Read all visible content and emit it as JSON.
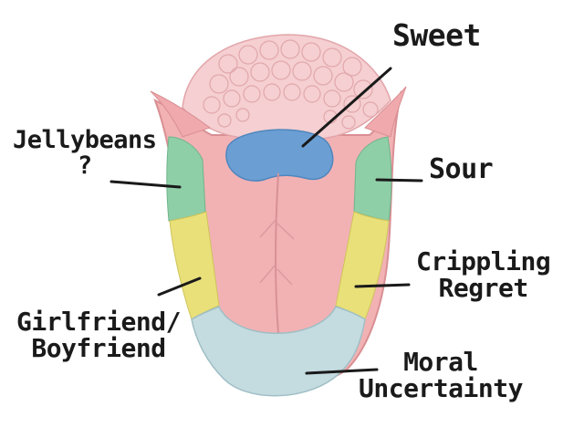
{
  "labels": {
    "sweet": "Sweet",
    "sour": "Sour",
    "jellybeans": "Jellybeans",
    "jellybeans_q": "?",
    "crippling": "Crippling",
    "regret": "Regret",
    "girlfriend": "Girlfriend/",
    "boyfriend": "Boyfriend",
    "moral": "Moral",
    "uncertainty": "Uncertainty"
  },
  "colors": {
    "tongue": "#f2b2b4",
    "tongue_edge": "#d98f93",
    "papillae": "#f5cfd1",
    "sweet_zone": "#6b9fd4",
    "green_zone": "#8fcfa8",
    "yellow_zone": "#e9e07a",
    "tip_zone": "#c4dbe0",
    "line": "#1a1a1a"
  },
  "icons": {
    "tongue": "tongue-diagram-icon"
  }
}
